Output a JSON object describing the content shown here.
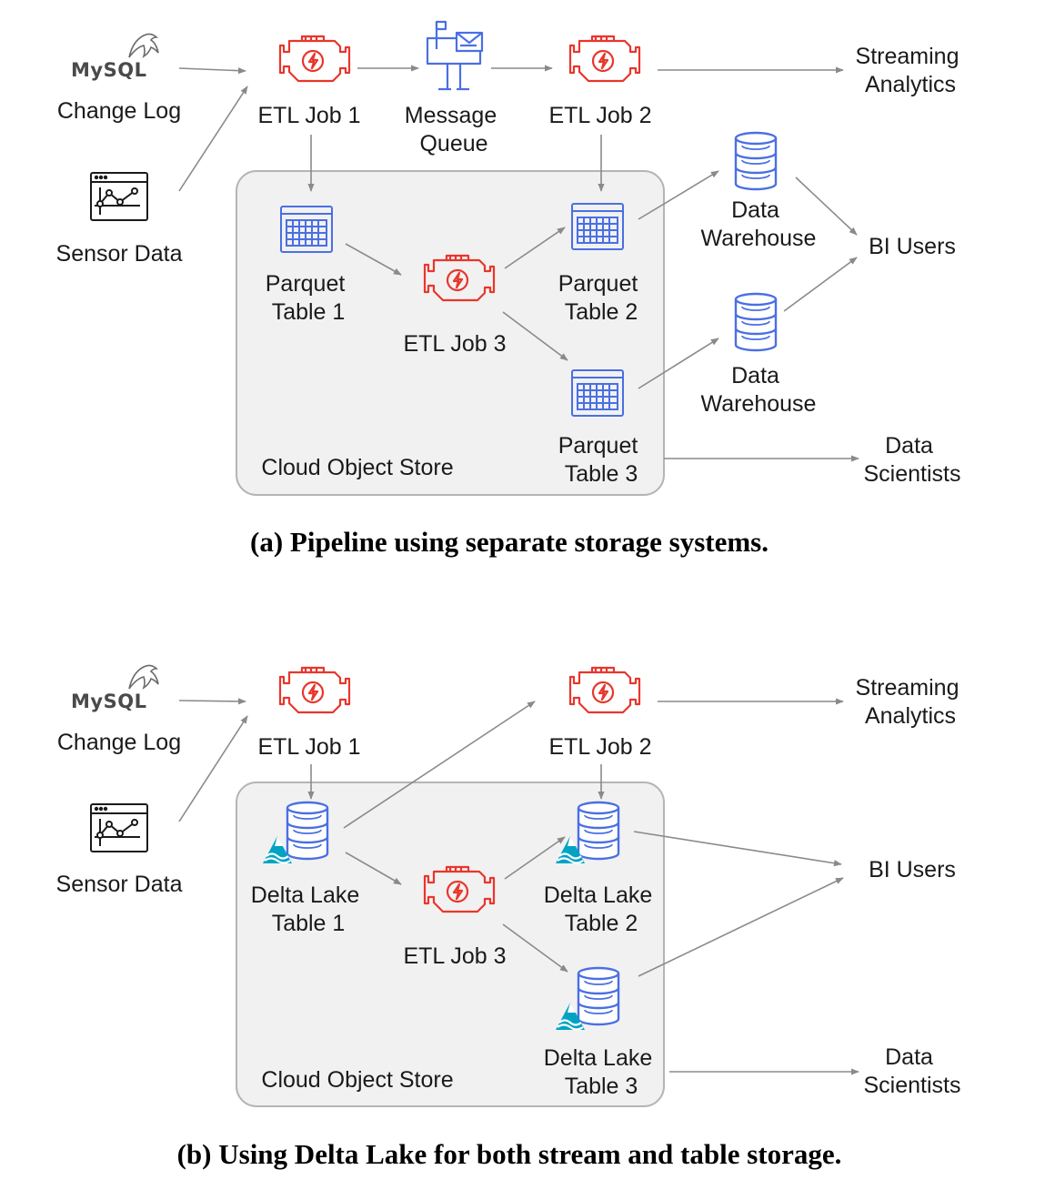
{
  "colors": {
    "etl_engine": "#e8362c",
    "storage": "#4a6fe3",
    "delta_lake": "#00a3c4",
    "store_fill": "#f1f1f1",
    "store_border": "#b5b5b5",
    "arrow": "#8a8a8a"
  },
  "icons": {
    "etl_job": "engine-icon",
    "message_queue": "mailbox-icon",
    "parquet_table": "table-grid-icon",
    "data_warehouse": "database-cylinder-icon",
    "delta_lake_table": "delta-lake-icon",
    "mysql": "mysql-dolphin-logo",
    "sensor": "sensor-chart-icon"
  },
  "panel_a": {
    "mysql_logo": "MySQL",
    "change_log": "Change Log",
    "sensor_data": "Sensor Data",
    "etl_job_1": "ETL Job 1",
    "message_queue": [
      "Message",
      "Queue"
    ],
    "etl_job_2": "ETL Job 2",
    "etl_job_3": "ETL Job 3",
    "streaming_analytics": [
      "Streaming",
      "Analytics"
    ],
    "parquet_table_1": [
      "Parquet",
      "Table 1"
    ],
    "parquet_table_2": [
      "Parquet",
      "Table 2"
    ],
    "parquet_table_3": [
      "Parquet",
      "Table 3"
    ],
    "data_warehouse_1": [
      "Data",
      "Warehouse"
    ],
    "data_warehouse_2": [
      "Data",
      "Warehouse"
    ],
    "bi_users": "BI Users",
    "data_scientists": [
      "Data",
      "Scientists"
    ],
    "cloud_object_store": "Cloud Object Store",
    "caption": "(a) Pipeline using separate storage systems."
  },
  "panel_b": {
    "mysql_logo": "MySQL",
    "change_log": "Change Log",
    "sensor_data": "Sensor Data",
    "etl_job_1": "ETL Job 1",
    "etl_job_2": "ETL Job 2",
    "etl_job_3": "ETL Job 3",
    "streaming_analytics": [
      "Streaming",
      "Analytics"
    ],
    "delta_table_1": [
      "Delta Lake",
      "Table 1"
    ],
    "delta_table_2": [
      "Delta Lake",
      "Table 2"
    ],
    "delta_table_3": [
      "Delta Lake",
      "Table 3"
    ],
    "bi_users": "BI Users",
    "data_scientists": [
      "Data",
      "Scientists"
    ],
    "cloud_object_store": "Cloud Object Store",
    "caption": "(b) Using Delta Lake for both stream and table storage."
  }
}
